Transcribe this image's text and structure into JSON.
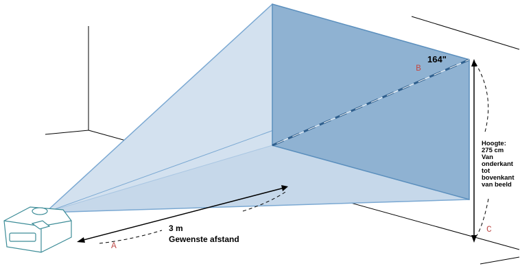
{
  "diagram": {
    "diagonal_label": "164\"",
    "height_label_lines": [
      "Hoogte:",
      "275 cm",
      "Van",
      "onderkant",
      "tot",
      "bovenkant",
      "van beeld"
    ],
    "distance_value": "3 m",
    "distance_label": "Gewenste afstand",
    "letter_a": "A",
    "letter_b": "B",
    "letter_c": "C",
    "colors": {
      "beam_fill": "#c9d9ea",
      "screen_fill": "#8fb2d2",
      "beam_edge": "#7aa8d2",
      "screen_edge": "#5b8fbd",
      "diagonal_dash": "#2f5f8d",
      "letter_color": "#c0504d"
    },
    "icons": [
      "projector-icon"
    ]
  }
}
